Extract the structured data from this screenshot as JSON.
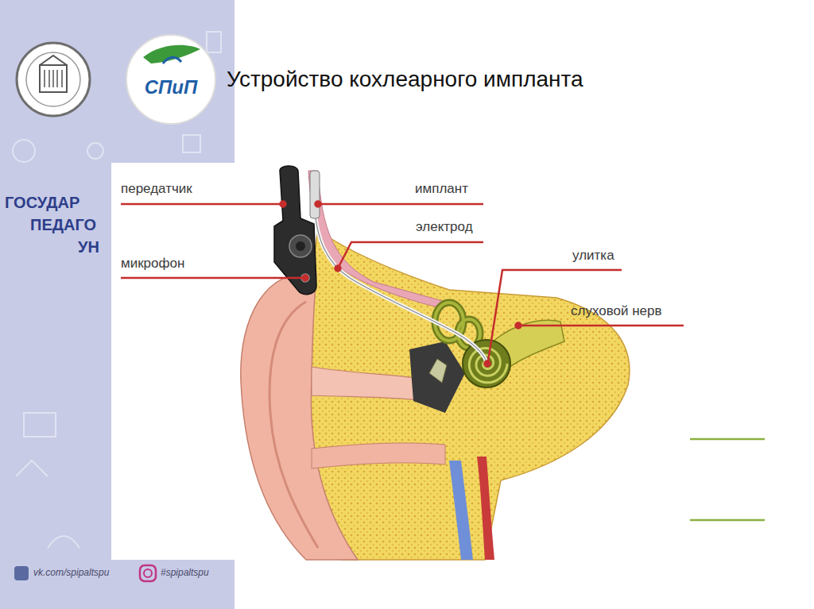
{
  "diagram": {
    "title": "Устройство кохлеарного импланта",
    "labels": [
      "передатчик",
      "имплант",
      "электрод",
      "микрофон",
      "улитка",
      "слуховой нерв",
      "СПиП",
      "ГОСУДАР",
      "ПЕДАГО",
      "УН",
      "vk.com/spipaltspu",
      "#spipaltspu"
    ]
  }
}
